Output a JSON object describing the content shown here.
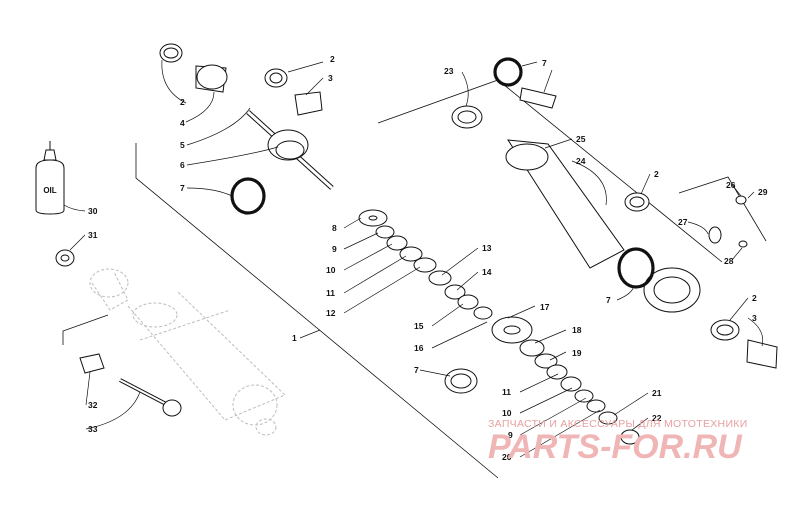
{
  "callouts": [
    {
      "id": "c2a",
      "text": "2"
    },
    {
      "id": "c3a",
      "text": "3"
    },
    {
      "id": "c2b",
      "text": "2"
    },
    {
      "id": "c4",
      "text": "4"
    },
    {
      "id": "c5",
      "text": "5"
    },
    {
      "id": "c6",
      "text": "6"
    },
    {
      "id": "c7a",
      "text": "7"
    },
    {
      "id": "c8",
      "text": "8"
    },
    {
      "id": "c9a",
      "text": "9"
    },
    {
      "id": "c10a",
      "text": "10"
    },
    {
      "id": "c11a",
      "text": "11"
    },
    {
      "id": "c12",
      "text": "12"
    },
    {
      "id": "c13",
      "text": "13"
    },
    {
      "id": "c14",
      "text": "14"
    },
    {
      "id": "c15",
      "text": "15"
    },
    {
      "id": "c16",
      "text": "16"
    },
    {
      "id": "c17",
      "text": "17"
    },
    {
      "id": "c18",
      "text": "18"
    },
    {
      "id": "c19",
      "text": "19"
    },
    {
      "id": "c7b",
      "text": "7"
    },
    {
      "id": "c11b",
      "text": "11"
    },
    {
      "id": "c10b",
      "text": "10"
    },
    {
      "id": "c9b",
      "text": "9"
    },
    {
      "id": "c20",
      "text": "20"
    },
    {
      "id": "c21",
      "text": "21"
    },
    {
      "id": "c22",
      "text": "22"
    },
    {
      "id": "c1",
      "text": "1"
    },
    {
      "id": "c23",
      "text": "23"
    },
    {
      "id": "c7c",
      "text": "7"
    },
    {
      "id": "c25",
      "text": "25"
    },
    {
      "id": "c24",
      "text": "24"
    },
    {
      "id": "c2c",
      "text": "2"
    },
    {
      "id": "c26",
      "text": "26"
    },
    {
      "id": "c29",
      "text": "29"
    },
    {
      "id": "c27",
      "text": "27"
    },
    {
      "id": "c28",
      "text": "28"
    },
    {
      "id": "c7d",
      "text": "7"
    },
    {
      "id": "c2d",
      "text": "2"
    },
    {
      "id": "c3b",
      "text": "3"
    },
    {
      "id": "c30",
      "text": "30"
    },
    {
      "id": "c31",
      "text": "31"
    },
    {
      "id": "c32",
      "text": "32"
    },
    {
      "id": "c33",
      "text": "33"
    }
  ],
  "oil_label": "OIL",
  "watermark": {
    "top": "ЗАПЧАСТИ И АКСЕССУАРЫ ДЛЯ МОТОТЕХНИКИ",
    "brand": "PARTS-FOR.RU"
  },
  "colors": {
    "line": "#111111",
    "ring": "#111111",
    "faded": "#c8c8c8",
    "watermark": "#f0b6b6"
  }
}
